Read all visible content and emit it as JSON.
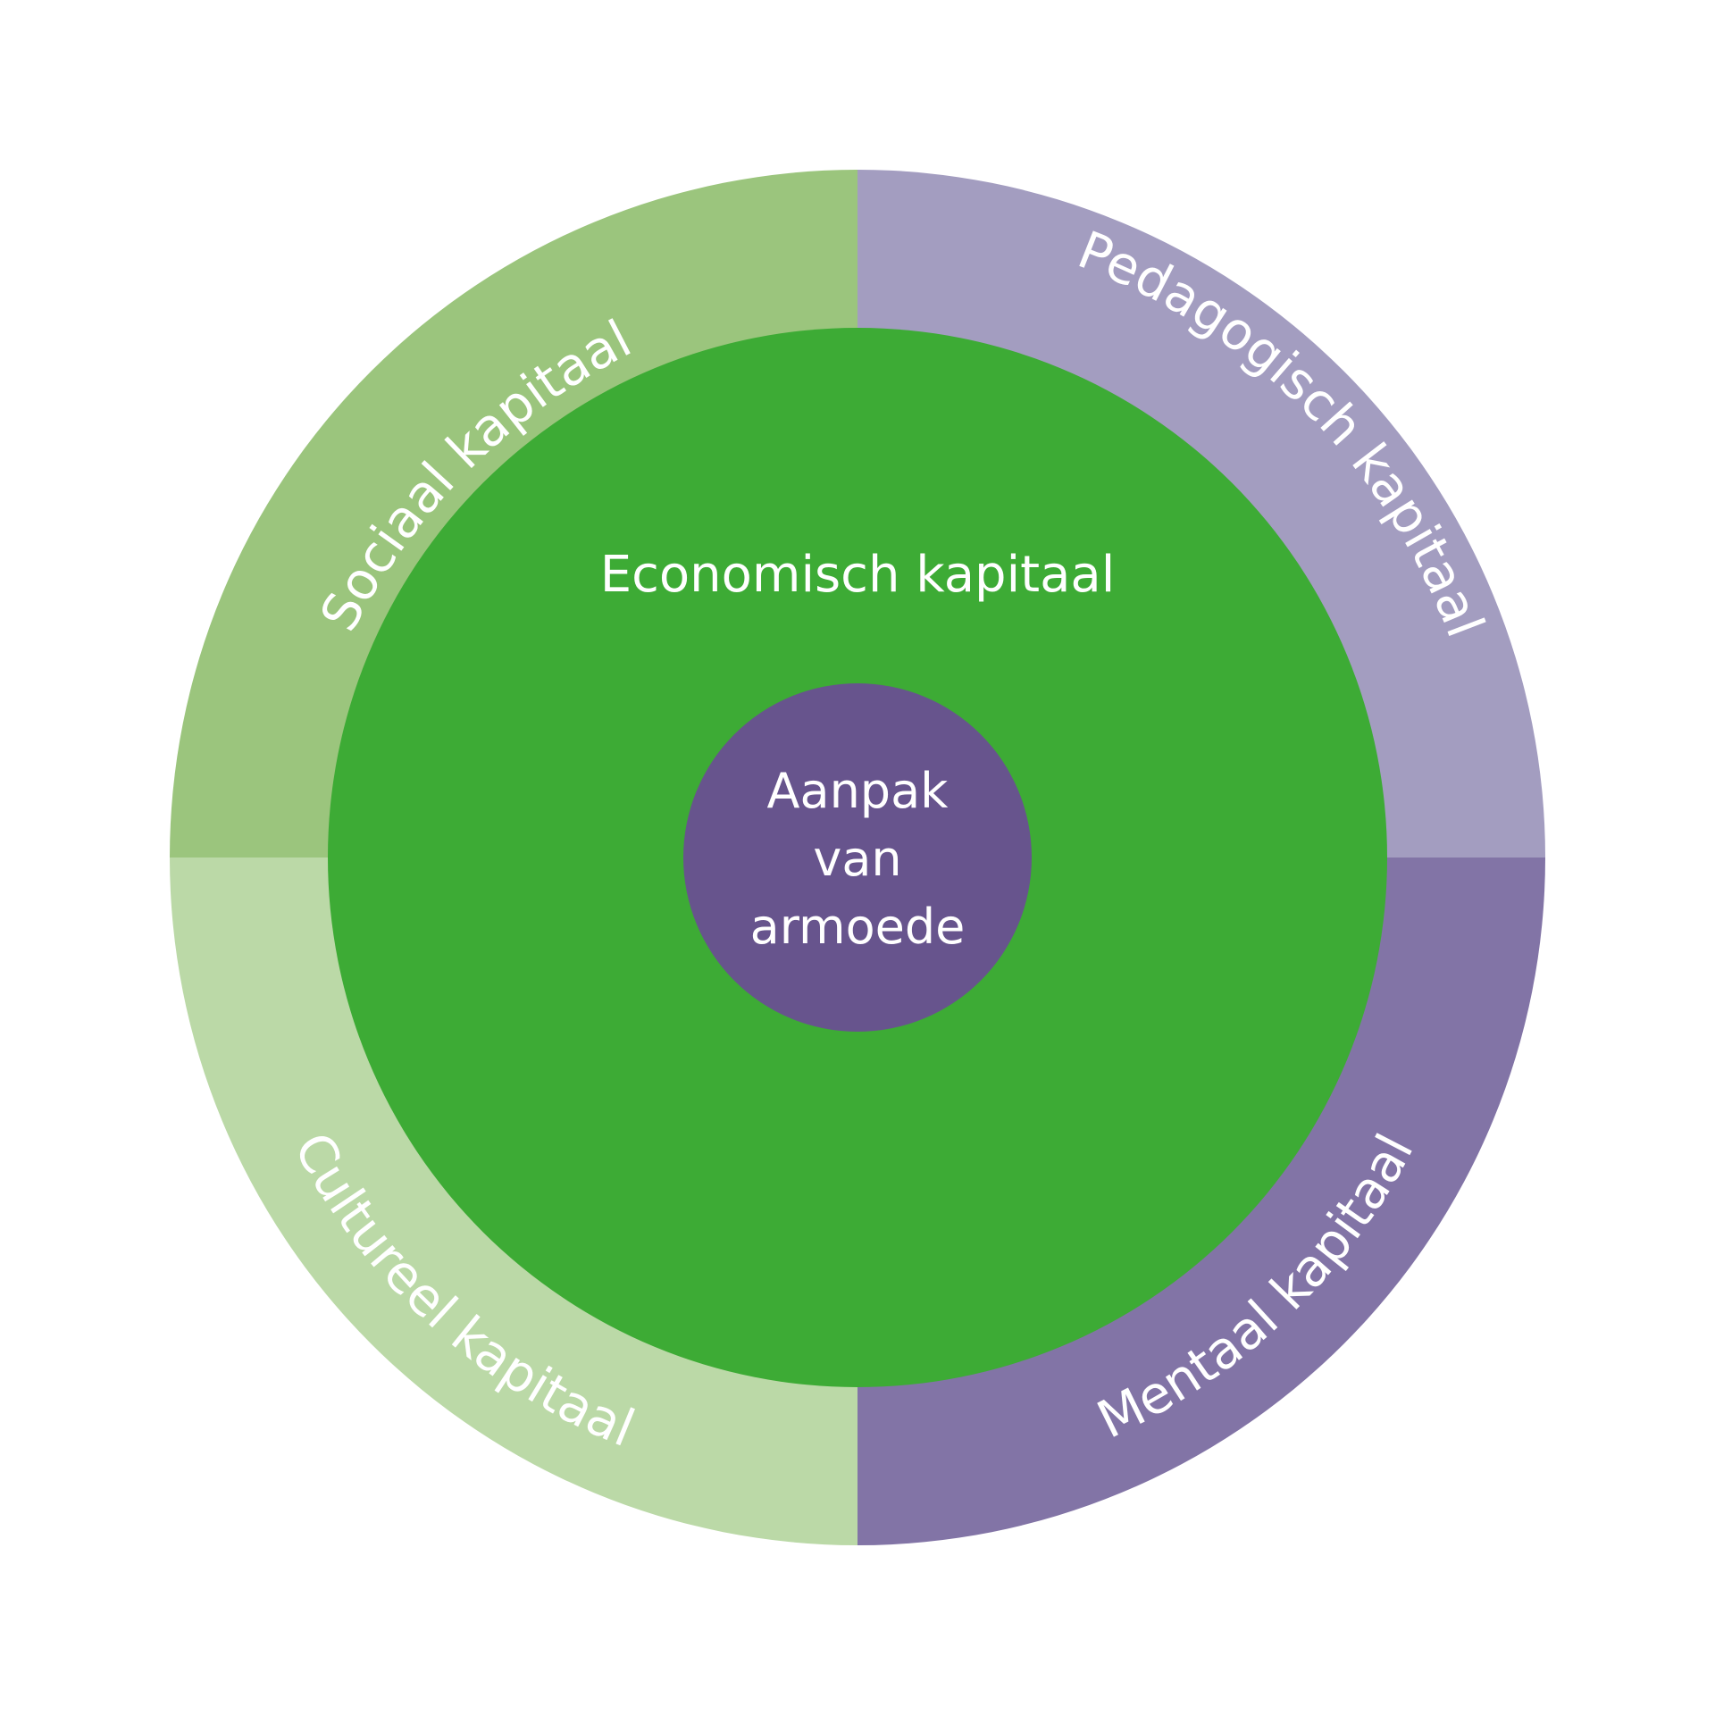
{
  "diagram": {
    "outer_ring": [
      {
        "label": "Sociaal kapitaal",
        "color": "#9bc57d"
      },
      {
        "label": "Pedagogisch kapitaal",
        "color": "#a39dc0"
      },
      {
        "label": "Mentaal kapitaal",
        "color": "#8274a6"
      },
      {
        "label": "Cultureel kapitaal",
        "color": "#bbd9a7"
      }
    ],
    "middle": {
      "label": "Economisch kapitaal",
      "color": "#3dab35"
    },
    "center": {
      "lines": [
        "Aanpak",
        "van",
        "armoede"
      ],
      "color": "#67548d"
    },
    "text_color": "#ffffff",
    "background": "#ffffff"
  }
}
